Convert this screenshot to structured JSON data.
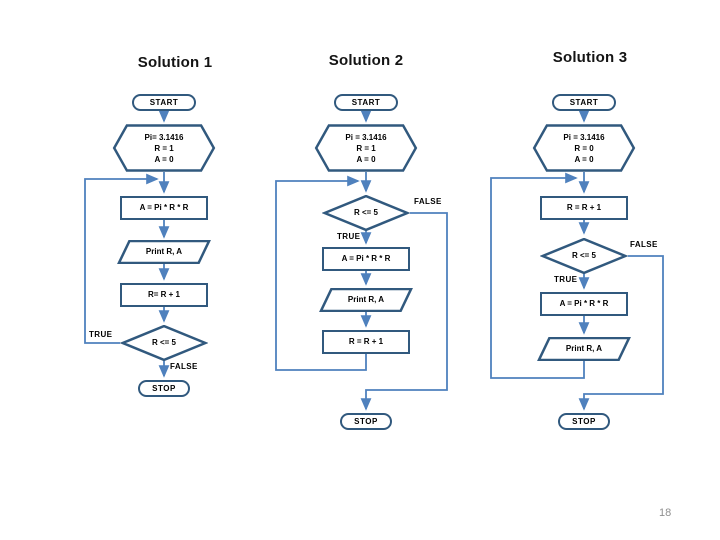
{
  "page_number": "18",
  "colors": {
    "shape_border": "#31597e",
    "connector": "#4f81bd",
    "text": "#000000"
  },
  "solutions": [
    {
      "title": "Solution 1",
      "start": "START",
      "init_lines": [
        "Pi= 3.1416",
        "R = 1",
        "A = 0"
      ],
      "compute": "A = Pi * R * R",
      "print": "Print R, A",
      "increment": "R= R + 1",
      "decision": "R <= 5",
      "true_label": "TRUE",
      "false_label": "FALSE",
      "stop": "STOP"
    },
    {
      "title": "Solution 2",
      "start": "START",
      "init_lines": [
        "Pi = 3.1416",
        "R = 1",
        "A = 0"
      ],
      "decision": "R <= 5",
      "true_label": "TRUE",
      "false_label": "FALSE",
      "compute": "A = Pi * R * R",
      "print": "Print R, A",
      "increment": "R = R + 1",
      "stop": "STOP"
    },
    {
      "title": "Solution 3",
      "start": "START",
      "init_lines": [
        "Pi = 3.1416",
        "R = 0",
        "A = 0"
      ],
      "increment": "R = R + 1",
      "decision": "R <= 5",
      "true_label": "TRUE",
      "false_label": "FALSE",
      "compute": "A = Pi * R * R",
      "print": "Print R, A",
      "stop": "STOP"
    }
  ]
}
